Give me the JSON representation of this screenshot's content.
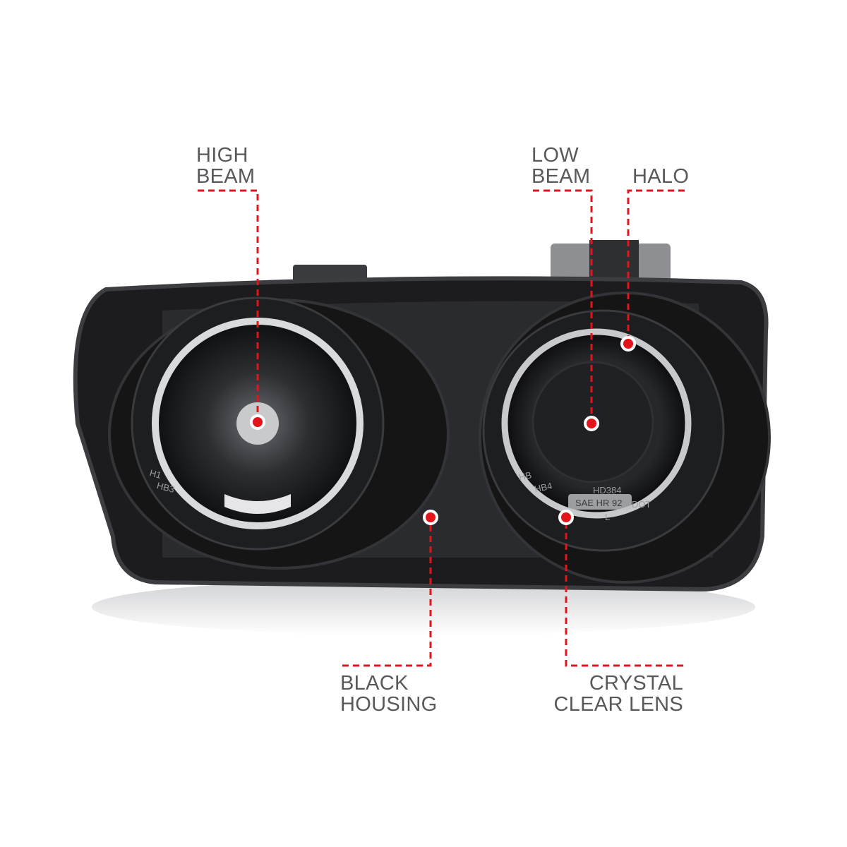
{
  "callouts": {
    "high_beam": [
      "HIGH",
      "BEAM"
    ],
    "low_beam": [
      "LOW",
      "BEAM"
    ],
    "halo": "HALO",
    "black_housing": [
      "BLACK",
      "HOUSING"
    ],
    "crystal_clear_lens": [
      "CRYSTAL",
      "CLEAR LENS"
    ]
  },
  "product_markings": [
    "H1",
    "HB3",
    "HB",
    "HB4",
    "HD384",
    "SAE HR 92",
    "DOT",
    "L"
  ],
  "colors": {
    "callout_line": "#e3141c",
    "label_text": "#58595b",
    "housing": "#1c1c1e"
  }
}
